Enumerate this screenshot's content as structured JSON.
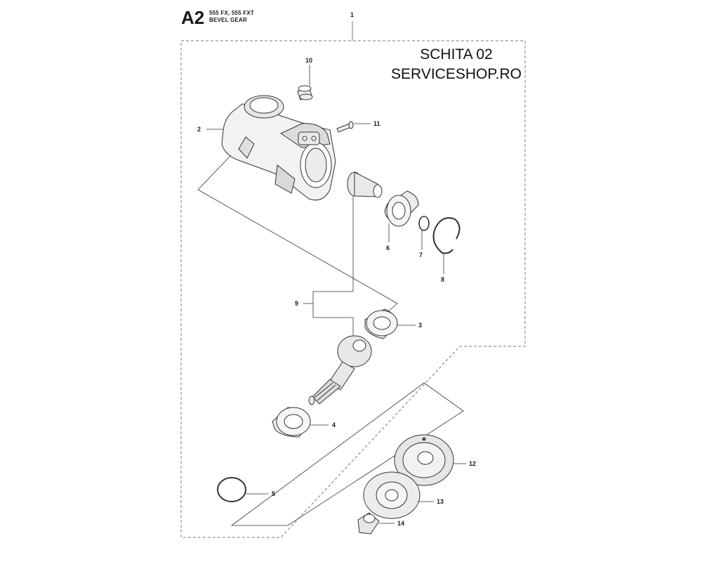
{
  "header": {
    "section_code": "A2",
    "models": "555 FX, 555 FXT",
    "title": "BEVEL GEAR"
  },
  "watermark": {
    "line1": "SCHITA 02",
    "line2": "SERVICESHOP.RO"
  },
  "callouts": {
    "c1": "1",
    "c2": "2",
    "c3": "3",
    "c4": "4",
    "c5": "5",
    "c6": "6",
    "c7": "7",
    "c8": "8",
    "c9": "9",
    "c10": "10",
    "c11": "11",
    "c12": "12",
    "c13": "13",
    "c14": "14"
  },
  "parts": [
    {
      "id": "housing",
      "icon": "gear-housing-icon"
    },
    {
      "id": "pinion",
      "icon": "pinion-gear-icon"
    },
    {
      "id": "bearing",
      "icon": "ball-bearing-icon"
    },
    {
      "id": "circlip",
      "icon": "circlip-icon"
    },
    {
      "id": "snap-ring",
      "icon": "snap-ring-icon"
    },
    {
      "id": "plug",
      "icon": "filler-plug-icon"
    },
    {
      "id": "screw",
      "icon": "screw-icon"
    },
    {
      "id": "output-shaft",
      "icon": "bevel-gear-shaft-icon"
    },
    {
      "id": "support-cup",
      "icon": "support-cup-icon"
    },
    {
      "id": "drive-disc",
      "icon": "drive-disc-icon"
    },
    {
      "id": "nut",
      "icon": "nut-icon"
    }
  ]
}
